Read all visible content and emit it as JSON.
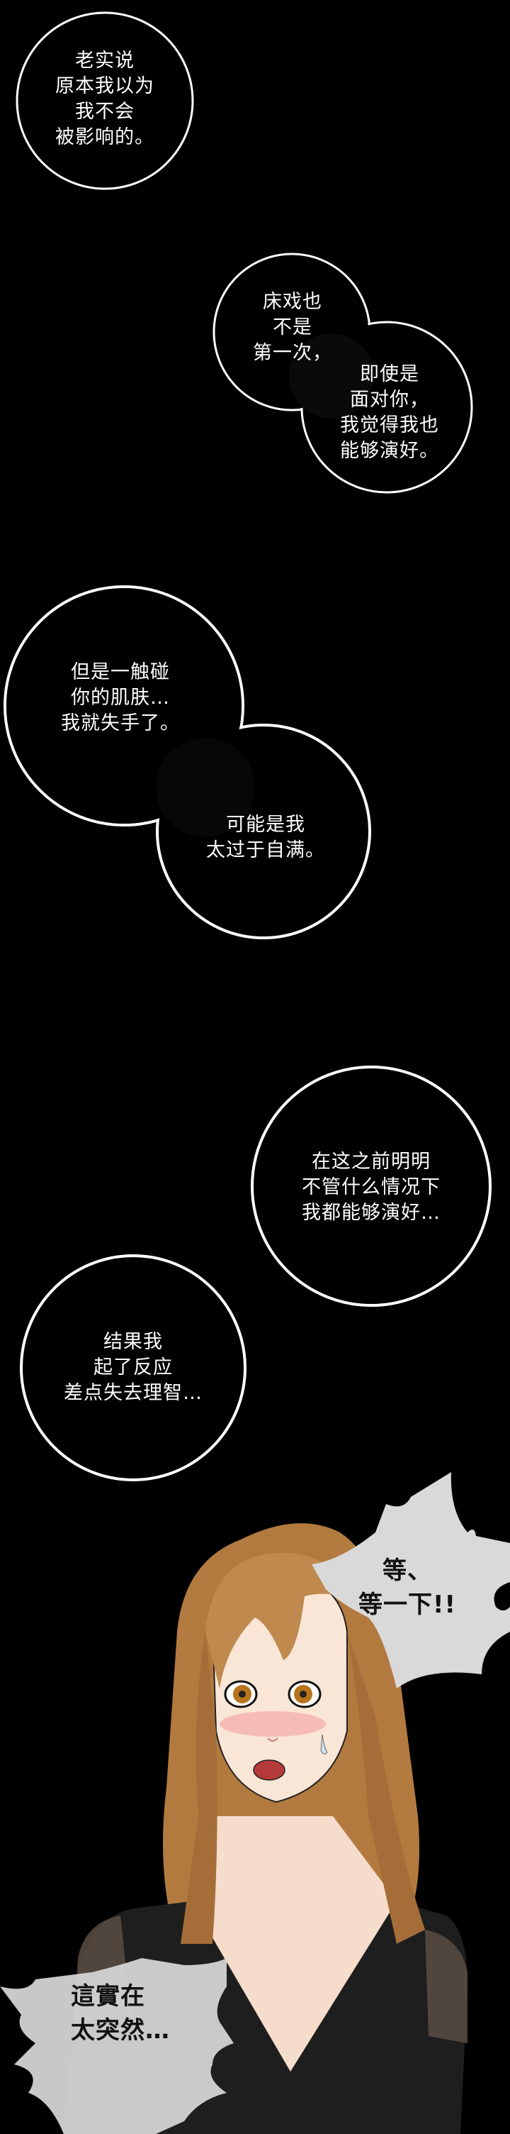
{
  "page": {
    "type": "webcomic-strip",
    "background": "#000000"
  },
  "bubbles": [
    {
      "id": "b1",
      "style": "thought-circle",
      "lines": "老实说\n原本我以为\n我不会\n被影响的。"
    },
    {
      "id": "b2a",
      "style": "thought-circle-merged",
      "lines": "床戏也\n不是\n第一次，"
    },
    {
      "id": "b2b",
      "style": "thought-circle-merged",
      "lines": "即使是\n面对你，\n我觉得我也\n能够演好。"
    },
    {
      "id": "b3a",
      "style": "thought-circle-merged",
      "lines": "但是一触碰\n你的肌肤…\n我就失手了。"
    },
    {
      "id": "b3b",
      "style": "thought-circle-merged",
      "lines": "可能是我\n太过于自满。"
    },
    {
      "id": "b4",
      "style": "thought-circle",
      "lines": "在这之前明明\n不管什么情况下\n我都能够演好…"
    },
    {
      "id": "b5",
      "style": "thought-circle",
      "lines": "结果我\n起了反应\n差点失去理智…"
    },
    {
      "id": "s1",
      "style": "shout-burst",
      "lines": "等、\n等一下!!"
    },
    {
      "id": "s2",
      "style": "shout-burst",
      "lines": "這實在\n太突然…"
    }
  ],
  "colors": {
    "bubble_stroke": "#ffffff",
    "bubble_fill": "#000000",
    "burst_fill": "#d9d9d9",
    "hair": "#c08a4e",
    "skin": "#f6dccb",
    "dress": "#1e1e1e",
    "eye": "#b8741c",
    "blush": "#f2a0a0"
  },
  "character": {
    "hair": "light-brown long",
    "expression": "shocked-blushing",
    "outfit": "black dress with lace sleeves"
  }
}
